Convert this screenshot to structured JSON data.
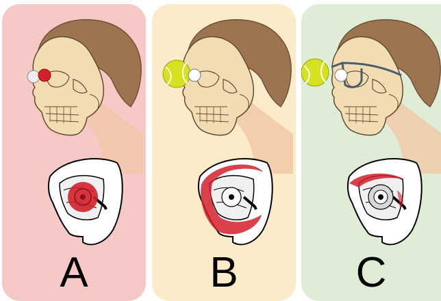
{
  "panels": [
    {
      "label": "A",
      "background": "#f7c9c6",
      "projectile": "small-ball-icon",
      "orbit_highlight": "globe-red",
      "protective_eyewear": false
    },
    {
      "label": "B",
      "background": "#fbebc9",
      "projectile": "tennis-ball-icon",
      "orbit_highlight": "orbital-rim-red",
      "protective_eyewear": false
    },
    {
      "label": "C",
      "background": "#dfedd6",
      "projectile": "tennis-ball-icon",
      "orbit_highlight": "orbital-roof-red",
      "protective_eyewear": true
    }
  ],
  "colors": {
    "skull": "#f2ddb2",
    "hair": "#9c7550",
    "neck": "#f1c7a6",
    "injury_red": "#d4202a",
    "tennis_ball": "#d6e21f",
    "glasses": "#4b5b6d"
  }
}
